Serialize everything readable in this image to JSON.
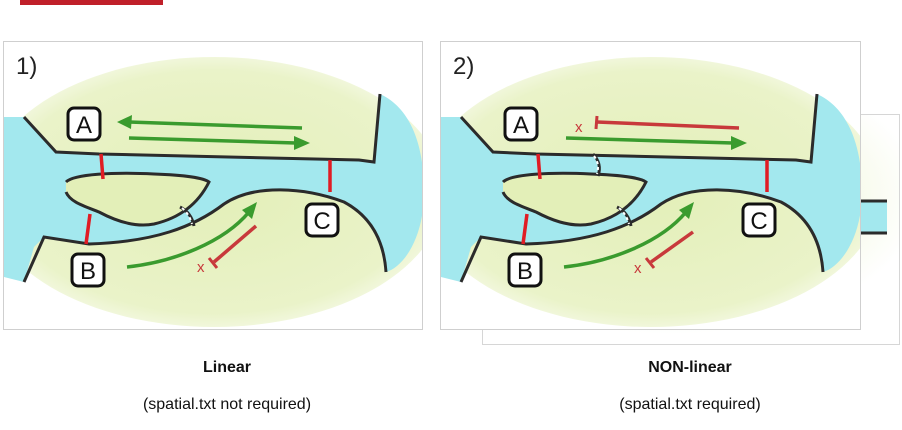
{
  "colors": {
    "water": "#a3e8ee",
    "land": "#e3efb8",
    "outline": "#2b2b2b",
    "barrier": "#e01c24",
    "arrow_allowed": "#3a9b2e",
    "arrow_blocked": "#c8393b",
    "accent_bar": "#c0202a"
  },
  "panels": [
    {
      "number": "1)",
      "sites": {
        "a": "A",
        "b": "B",
        "c": "C"
      },
      "blocked_mark": "x",
      "caption_title": "Linear",
      "caption_sub": "(spatial.txt not required)"
    },
    {
      "number": "2)",
      "sites": {
        "a": "A",
        "b": "B",
        "c": "C"
      },
      "blocked_mark": "x",
      "caption_title": "NON-linear",
      "caption_sub": "(spatial.txt required)"
    }
  ]
}
